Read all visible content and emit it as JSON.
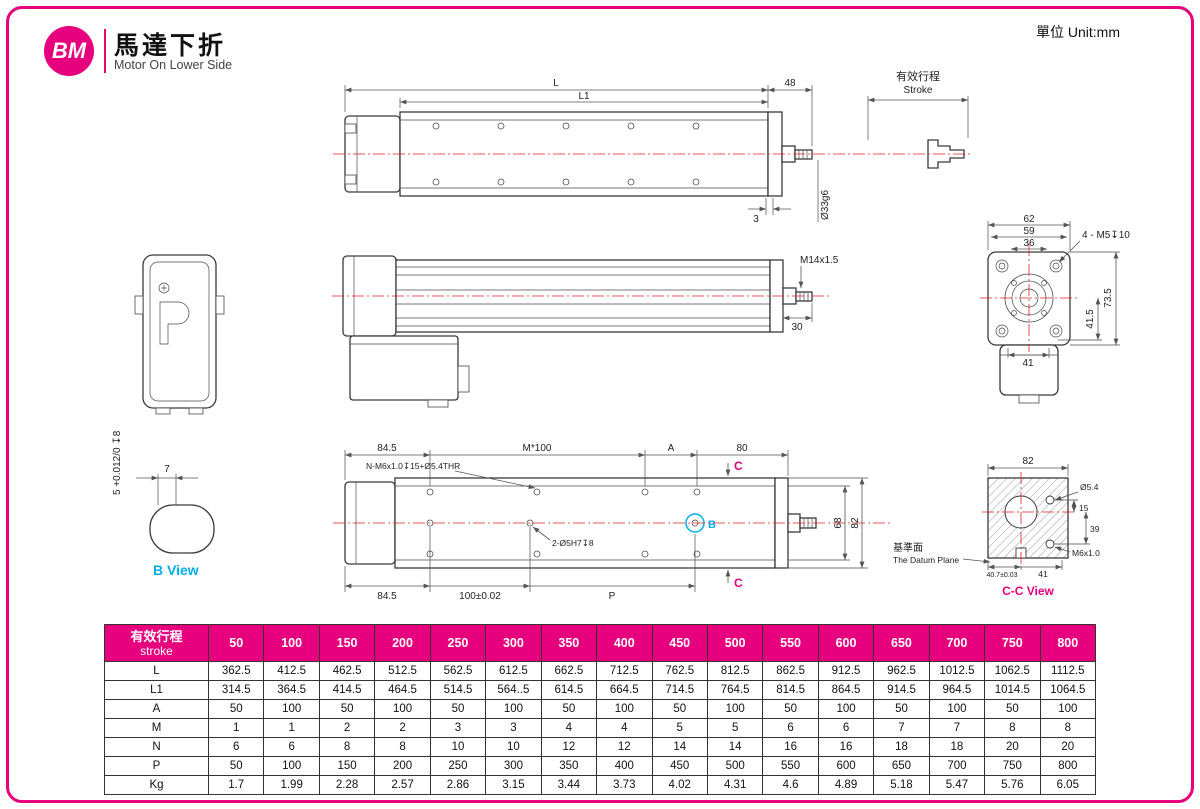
{
  "header": {
    "logo": "BM",
    "title_zh": "馬達下折",
    "title_en": "Motor On Lower Side",
    "unit": "單位 Unit:mm"
  },
  "colors": {
    "magenta": "#e6007e",
    "cyan": "#00aeef",
    "centerline_red": "#e02020",
    "line": "#3a3a3a"
  },
  "views": {
    "front": {
      "dim_L": "L",
      "dim_L1": "L1",
      "dim_48": "48",
      "dim_3": "3",
      "dim_rod": "Ø33g6",
      "stroke_zh": "有效行程",
      "stroke_en": "Stroke"
    },
    "side": {
      "thread": "M14x1.5",
      "dim_30": "30"
    },
    "end": {
      "dim_62": "62",
      "dim_59": "59",
      "dim_36": "36",
      "dim_41_5": "41.5",
      "dim_73_5": "73.5",
      "dim_41": "41",
      "callout_m5": "4 - M5↧10"
    },
    "top": {
      "dim_84_5_a": "84.5",
      "dim_m100": "M*100",
      "dim_A": "A",
      "dim_80": "80",
      "callout_m6": "N-M6x1.0↧15+Ø5.4THR",
      "callout_dowel": "2-Ø5H7↧8",
      "dim_68": "68",
      "dim_82": "82",
      "dim_84_5_b": "84.5",
      "dim_100": "100±0.02",
      "dim_P": "P",
      "section_c_top": "C",
      "section_c_bottom": "C",
      "marker_b": "B"
    },
    "b_view": {
      "label": "B View",
      "dim_7": "7",
      "dim_5": "5 +0.012/0 ↧8"
    },
    "cc_view": {
      "label": "C-C View",
      "dim_82": "82",
      "dim_d54": "Ø5.4",
      "dim_15": "15",
      "dim_39": "39",
      "dim_m6": "M6x1.0",
      "dim_407": "40.7±0.03",
      "dim_41": "41",
      "datum_zh": "基準面",
      "datum_en": "The Datum Plane"
    }
  },
  "table": {
    "header_zh": "有效行程",
    "header_en": "stroke",
    "strokes": [
      "50",
      "100",
      "150",
      "200",
      "250",
      "300",
      "350",
      "400",
      "450",
      "500",
      "550",
      "600",
      "650",
      "700",
      "750",
      "800"
    ],
    "rows": [
      {
        "label": "L",
        "values": [
          "362.5",
          "412.5",
          "462.5",
          "512.5",
          "562.5",
          "612.5",
          "662.5",
          "712.5",
          "762.5",
          "812.5",
          "862.5",
          "912.5",
          "962.5",
          "1012.5",
          "1062.5",
          "1112.5"
        ]
      },
      {
        "label": "L1",
        "values": [
          "314.5",
          "364.5",
          "414.5",
          "464.5",
          "514.5",
          "564..5",
          "614.5",
          "664.5",
          "714.5",
          "764.5",
          "814.5",
          "864.5",
          "914.5",
          "964.5",
          "1014.5",
          "1064.5"
        ]
      },
      {
        "label": "A",
        "values": [
          "50",
          "100",
          "50",
          "100",
          "50",
          "100",
          "50",
          "100",
          "50",
          "100",
          "50",
          "100",
          "50",
          "100",
          "50",
          "100"
        ]
      },
      {
        "label": "M",
        "values": [
          "1",
          "1",
          "2",
          "2",
          "3",
          "3",
          "4",
          "4",
          "5",
          "5",
          "6",
          "6",
          "7",
          "7",
          "8",
          "8"
        ]
      },
      {
        "label": "N",
        "values": [
          "6",
          "6",
          "8",
          "8",
          "10",
          "10",
          "12",
          "12",
          "14",
          "14",
          "16",
          "16",
          "18",
          "18",
          "20",
          "20"
        ]
      },
      {
        "label": "P",
        "values": [
          "50",
          "100",
          "150",
          "200",
          "250",
          "300",
          "350",
          "400",
          "450",
          "500",
          "550",
          "600",
          "650",
          "700",
          "750",
          "800"
        ]
      },
      {
        "label": "Kg",
        "values": [
          "1.7",
          "1.99",
          "2.28",
          "2.57",
          "2.86",
          "3.15",
          "3.44",
          "3.73",
          "4.02",
          "4.31",
          "4.6",
          "4.89",
          "5.18",
          "5.47",
          "5.76",
          "6.05"
        ]
      }
    ]
  }
}
